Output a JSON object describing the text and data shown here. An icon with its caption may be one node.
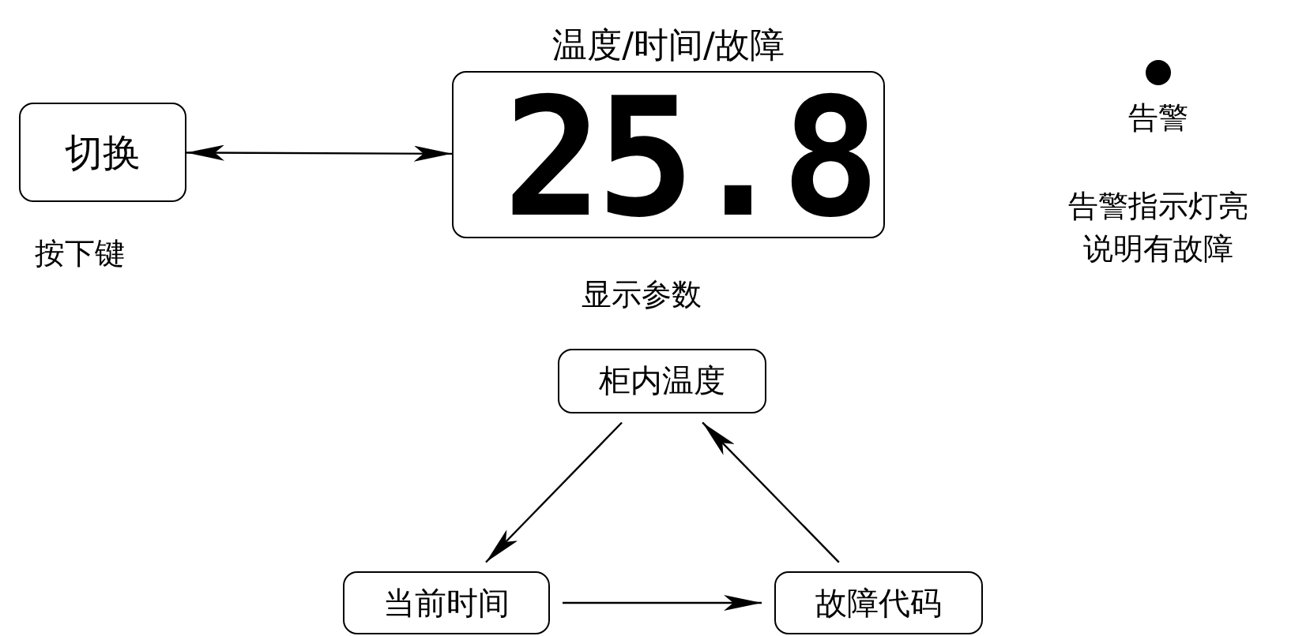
{
  "diagram": {
    "nodes": [
      {
        "text": [
          "切换"
        ],
        "beside": [
          "按下键"
        ]
      },
      {
        "text": [
          "温度/时间/故障",
          "25.8"
        ],
        "beside": [
          "显示参数"
        ]
      },
      {
        "text": [
          "柜内温度"
        ]
      },
      {
        "text": [
          "当前时间"
        ]
      },
      {
        "text": [
          "故障代码"
        ]
      }
    ],
    "edges": [
      {
        "from": 0,
        "to": 1,
        "arrow": "both"
      },
      {
        "from": 2,
        "to": 3,
        "arrow": "to"
      },
      {
        "from": 3,
        "to": 4,
        "arrow": "to"
      },
      {
        "from": 4,
        "to": 2,
        "arrow": "to"
      }
    ],
    "labels": [
      "告警",
      "告警指示灯亮说明有故障"
    ]
  }
}
